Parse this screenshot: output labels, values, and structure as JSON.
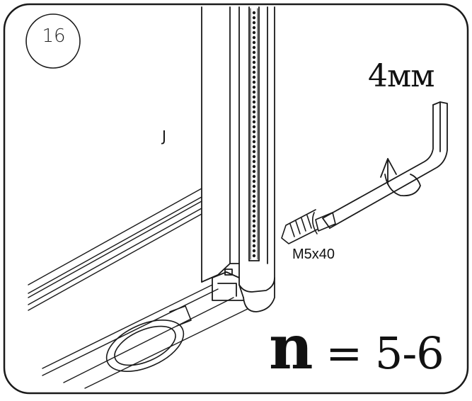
{
  "step": {
    "number": "16"
  },
  "tool": {
    "size_label": "4мм"
  },
  "part": {
    "label": "J"
  },
  "screw": {
    "label": "M5x40"
  },
  "quantity": {
    "var": "n",
    "rest": " = 5-6"
  },
  "colors": {
    "line": "#1a1a1a",
    "background": "#ffffff"
  },
  "icons": [
    "hex-key-icon",
    "rotation-arrow-icon",
    "screw-icon",
    "roller-wheel-icon"
  ]
}
